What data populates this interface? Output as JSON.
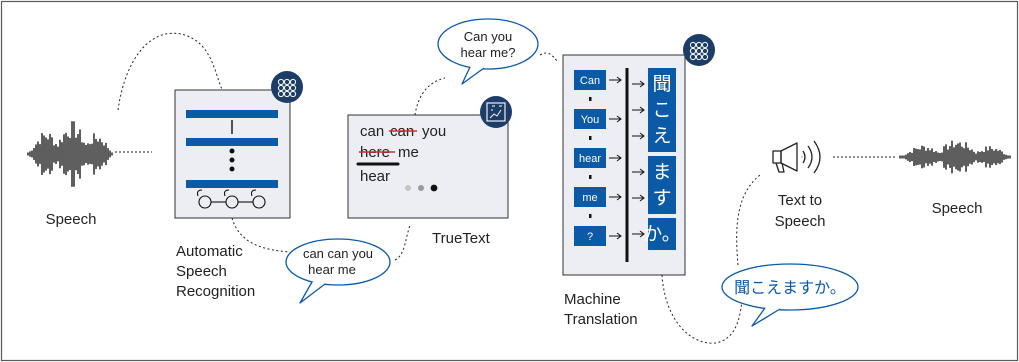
{
  "labels": {
    "speech_in": "Speech",
    "asr": [
      "Automatic",
      "Speech",
      "Recognition"
    ],
    "truetext": "TrueText",
    "mt": [
      "Machine",
      "Translation"
    ],
    "tts": [
      "Text to",
      "Speech"
    ],
    "speech_out": "Speech"
  },
  "bubbles": {
    "question": [
      "Can you",
      "hear me?"
    ],
    "asr_output": [
      "can can you",
      "hear me"
    ],
    "translation": "聞こえますか。"
  },
  "truetext_card": {
    "line1": [
      "can",
      "can",
      "you"
    ],
    "line2": [
      "here",
      "me"
    ],
    "line3": "hear"
  },
  "translation_table": {
    "source_tokens": [
      "Can",
      "You",
      "hear",
      "me",
      "?"
    ],
    "target_tokens": [
      "聞",
      "こ",
      "え",
      "ま",
      "す",
      "か。"
    ]
  },
  "colors": {
    "accent_blue": "#0a5aa8",
    "navy_badge": "#1b3d67",
    "card_fill": "#ededf4",
    "strike_red": "#c9302c",
    "frame": "#5a5a5a"
  },
  "icons": {
    "badge": "hexagon-cluster-icon",
    "truetext_badge": "circuit-chip-icon",
    "tts_icon": "megaphone-icon"
  }
}
